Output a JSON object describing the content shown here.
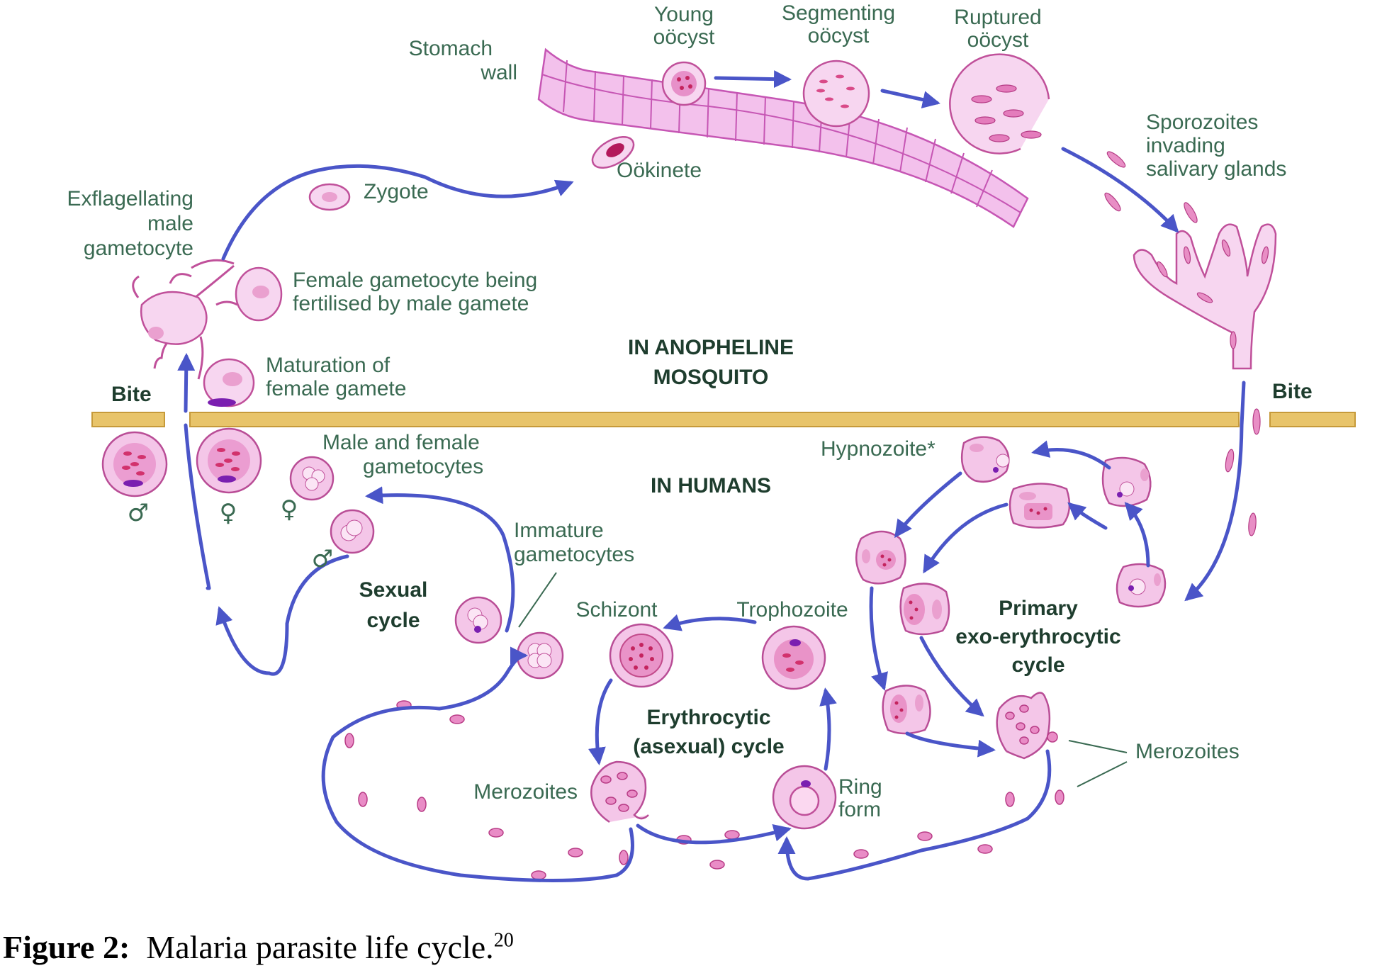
{
  "labels": {
    "stomach_wall": [
      "Stomach",
      "wall"
    ],
    "young_oocyst": [
      "Young",
      "oöcyst"
    ],
    "segmenting_oocyst": [
      "Segmenting",
      "oöcyst"
    ],
    "ruptured_oocyst": [
      "Ruptured",
      "oöcyst"
    ],
    "sporozoites": [
      "Sporozoites",
      "invading",
      "salivary glands"
    ],
    "ookinete": "Oökinete",
    "zygote": "Zygote",
    "exflagellating": [
      "Exflagellating",
      "male",
      "gametocyte"
    ],
    "female_fertilised": [
      "Female gametocyte being",
      "fertilised by male gamete"
    ],
    "maturation": [
      "Maturation of",
      "female gamete"
    ],
    "bite_left": "Bite",
    "bite_right": "Bite",
    "in_mosquito": [
      "IN ANOPHELINE",
      "MOSQUITO"
    ],
    "in_humans": "IN HUMANS",
    "male_female_gametocytes": [
      "Male and female",
      "gametocytes"
    ],
    "hypnozoite": "Hypnozoite*",
    "immature_gametocytes": [
      "Immature",
      "gametocytes"
    ],
    "sexual_cycle": [
      "Sexual",
      "cycle"
    ],
    "schizont": "Schizont",
    "trophozoite": "Trophozoite",
    "primary_cycle": [
      "Primary",
      "exo-erythrocytic",
      "cycle"
    ],
    "erythrocytic_cycle": [
      "Erythrocytic",
      "(asexual) cycle"
    ],
    "merozoites_left": "Merozoites",
    "ring_form": [
      "Ring",
      "form"
    ],
    "merozoites_right": "Merozoites",
    "male_symbol": "♂",
    "female_symbol": "♀"
  },
  "caption": {
    "prefix": "Figure 2:",
    "text": "Malaria parasite life cycle.",
    "ref": "20"
  },
  "colors": {
    "arrow": "#4a55c8",
    "divider": "#e8c46a",
    "cell": "#f7d6f0",
    "nucleus": "#c4245e"
  }
}
